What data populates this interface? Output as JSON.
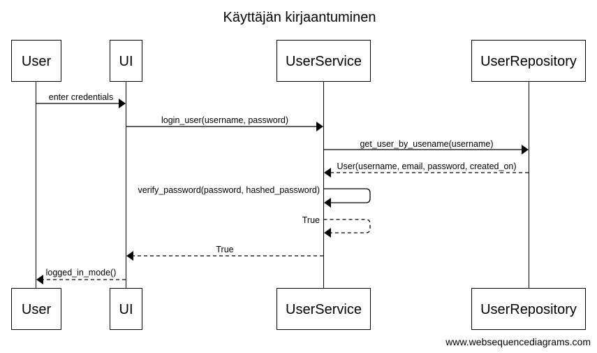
{
  "diagram": {
    "title": "Käyttäjän kirjaantuminen",
    "footer": "www.websequencediagrams.com",
    "participants": [
      {
        "id": "user",
        "label": "User"
      },
      {
        "id": "ui",
        "label": "UI"
      },
      {
        "id": "service",
        "label": "UserService"
      },
      {
        "id": "repo",
        "label": "UserRepository"
      }
    ],
    "messages": [
      {
        "from": "user",
        "to": "ui",
        "label": "enter credentials",
        "style": "solid"
      },
      {
        "from": "ui",
        "to": "service",
        "label": "login_user(username, password)",
        "style": "solid"
      },
      {
        "from": "service",
        "to": "repo",
        "label": "get_user_by_usename(username)",
        "style": "solid"
      },
      {
        "from": "repo",
        "to": "service",
        "label": "User(username, email, password, created_on)",
        "style": "dashed"
      },
      {
        "from": "service",
        "to": "service",
        "label": "verify_password(password, hashed_password)",
        "style": "solid"
      },
      {
        "from": "service",
        "to": "service",
        "label": "True",
        "style": "dashed"
      },
      {
        "from": "service",
        "to": "ui",
        "label": "True",
        "style": "dashed"
      },
      {
        "from": "ui",
        "to": "user",
        "label": "logged_in_mode()",
        "style": "dashed"
      }
    ]
  }
}
